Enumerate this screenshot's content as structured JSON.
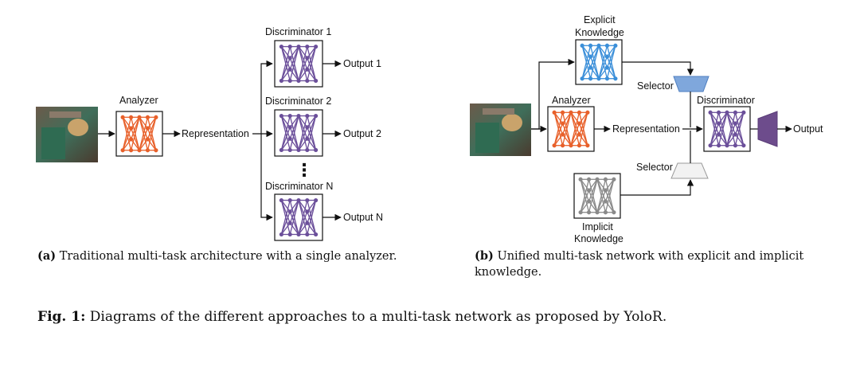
{
  "panel_a": {
    "analyzer": "Analyzer",
    "representation": "Representation",
    "discriminators": [
      "Discriminator 1",
      "Discriminator 2",
      "Discriminator N"
    ],
    "outputs": [
      "Output 1",
      "Output 2",
      "Output N"
    ],
    "ellipsis": "⋮",
    "caption_tag": "(a)",
    "caption_text": "Traditional multi-task architecture with a single analyzer."
  },
  "panel_b": {
    "explicit_line1": "Explicit",
    "explicit_line2": "Knowledge",
    "analyzer": "Analyzer",
    "representation": "Representation",
    "selector_top": "Selector",
    "selector_bottom": "Selector",
    "discriminator": "Discriminator",
    "output": "Output",
    "implicit_line1": "Implicit",
    "implicit_line2": "Knowledge",
    "caption_tag": "(b)",
    "caption_text": "Unified multi-task network with explicit and implicit knowledge."
  },
  "figure": {
    "tag": "Fig. 1:",
    "text": "Diagrams of the different approaches to a multi-task network as proposed by YoloR."
  },
  "colors": {
    "analyzer": "#e8602a",
    "discriminator": "#6b4f9a",
    "explicit": "#3b8fd9",
    "implicit": "#8a8a8a",
    "selector_top": "#7fa7dc",
    "output_block": "#6d4c8c"
  }
}
